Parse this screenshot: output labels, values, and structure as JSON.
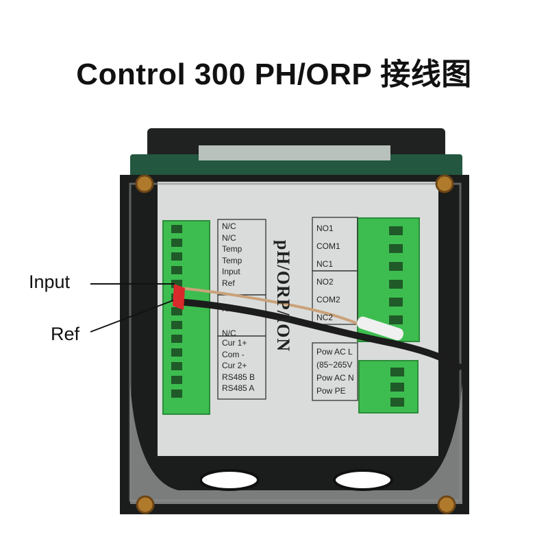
{
  "title": "Control 300 PH/ORP 接线图",
  "callouts": {
    "input": "Input",
    "ref": "Ref"
  },
  "vertical_label": "pH/ORP/ION",
  "left_panel": {
    "group1": [
      "N/C",
      "N/C",
      "Temp",
      "Temp",
      "Input",
      "Ref"
    ],
    "group2": [
      "N/C",
      "N/C"
    ],
    "group3": [
      "Cur 1+",
      "Com  -",
      "Cur 2+",
      "RS485 B",
      "RS485 A"
    ]
  },
  "right_panel": {
    "group1": [
      "NO1",
      "COM1",
      "NC1"
    ],
    "group2": [
      "NO2",
      "COM2",
      "NC2"
    ],
    "group3": [
      "Pow AC L",
      "(85~265V",
      "Pow AC N",
      "Pow PE"
    ]
  },
  "colors": {
    "terminal_green": "#3dbd4f",
    "housing_dark": "#1b1d1c",
    "pcb_green": "#23573f",
    "inner_panel": "#d9dcdb",
    "wire_red": "#d8292b"
  }
}
